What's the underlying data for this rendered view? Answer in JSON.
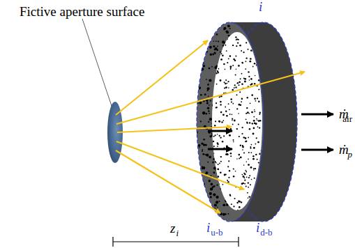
{
  "diagram": {
    "labels": [
      "Fictive aperture surface",
      "i",
      "ṁ",
      "air",
      "ṁ",
      "p",
      "i",
      "u-b",
      "i",
      "d-b",
      "z",
      "i"
    ]
  }
}
